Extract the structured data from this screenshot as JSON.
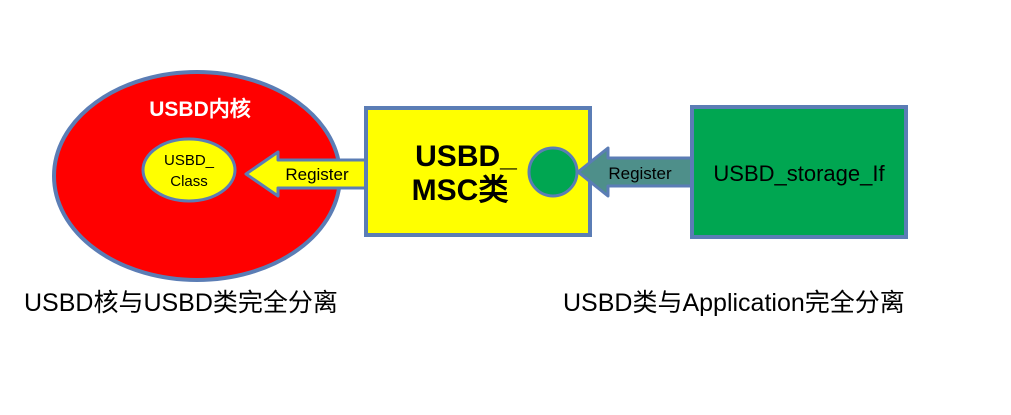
{
  "core": {
    "title": "USBD内核",
    "class_label_line1": "USBD_",
    "class_label_line2": "Class"
  },
  "msc": {
    "label_line1": "USBD_",
    "label_line2": "MSC类"
  },
  "storage": {
    "label": "USBD_storage_If"
  },
  "arrows": {
    "left_label": "Register",
    "right_label": "Register"
  },
  "captions": {
    "left": "USBD核与USBD类完全分离",
    "right": "USBD类与Application完全分离"
  },
  "colors": {
    "core_fill": "#ff0000",
    "class_fill": "#ffff00",
    "msc_fill": "#ffff00",
    "storage_fill": "#00a651",
    "knob_fill": "#00a651",
    "border": "#5b7db5",
    "arrow_left_fill": "#ffff00",
    "arrow_right_fill": "#4e8f8a"
  }
}
